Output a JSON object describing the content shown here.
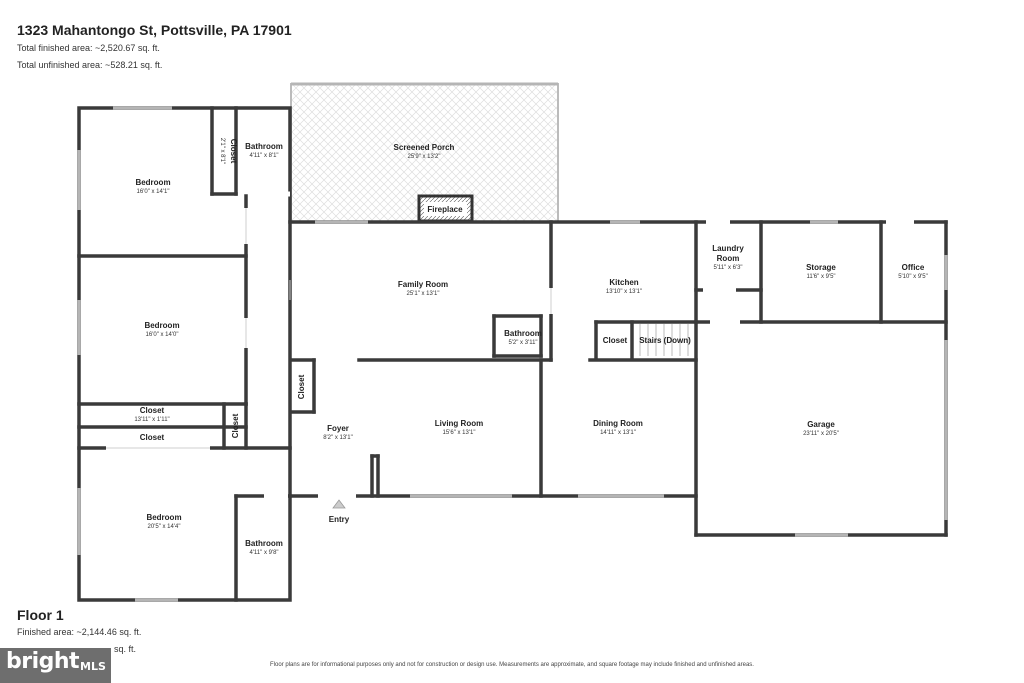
{
  "header": {
    "address": "1323 Mahantongo St, Pottsville, PA 17901",
    "total_finished": "Total finished area: ~2,520.67 sq. ft.",
    "total_unfinished": "Total unfinished area: ~528.21 sq. ft."
  },
  "floor": {
    "title": "Floor 1",
    "finished": "Finished area: ~2,144.46 sq. ft.",
    "unfinished_partial": "sq. ft."
  },
  "disclaimer": "Floor plans are for informational purposes only and not for construction or design use. Measurements are approximate, and square footage may include finished and unfinished areas.",
  "logo": {
    "brand": "bright",
    "suffix": "MLS"
  },
  "rooms": {
    "screened_porch": {
      "name": "Screened Porch",
      "dims": "25'9\" x 13'2\""
    },
    "fireplace": {
      "name": "Fireplace"
    },
    "bedroom_1": {
      "name": "Bedroom",
      "dims": "16'0\" x 14'1\""
    },
    "closet_1": {
      "name": "Closet",
      "dims": "2'1\" x 8'1\""
    },
    "bathroom_1": {
      "name": "Bathroom",
      "dims": "4'11\" x 8'1\""
    },
    "bedroom_2": {
      "name": "Bedroom",
      "dims": "16'0\" x 14'0\""
    },
    "closet_2": {
      "name": "Closet",
      "dims": "13'11\" x 1'11\""
    },
    "closet_3": {
      "name": "Closet"
    },
    "closet_4": {
      "name": "Closet"
    },
    "closet_5": {
      "name": "Closet"
    },
    "bedroom_3": {
      "name": "Bedroom",
      "dims": "20'5\" x 14'4\""
    },
    "bathroom_3": {
      "name": "Bathroom",
      "dims": "4'11\" x 9'8\""
    },
    "family_room": {
      "name": "Family Room",
      "dims": "25'1\" x 13'1\""
    },
    "bathroom_2": {
      "name": "Bathroom",
      "dims": "5'2\" x 3'11\""
    },
    "foyer": {
      "name": "Foyer",
      "dims": "8'2\" x 13'1\""
    },
    "entry": {
      "name": "Entry"
    },
    "living_room": {
      "name": "Living Room",
      "dims": "15'6\" x 13'1\""
    },
    "kitchen": {
      "name": "Kitchen",
      "dims": "13'10\" x 13'1\""
    },
    "closet_6": {
      "name": "Closet"
    },
    "stairs": {
      "name": "Stairs (Down)"
    },
    "dining_room": {
      "name": "Dining Room",
      "dims": "14'11\" x 13'1\""
    },
    "laundry": {
      "name_line1": "Laundry",
      "name_line2": "Room",
      "dims": "5'11\" x 6'3\""
    },
    "storage": {
      "name": "Storage",
      "dims": "11'6\" x 9'5\""
    },
    "office": {
      "name": "Office",
      "dims": "5'10\" x 9'5\""
    },
    "garage": {
      "name": "Garage",
      "dims": "23'11\" x 20'5\""
    }
  }
}
